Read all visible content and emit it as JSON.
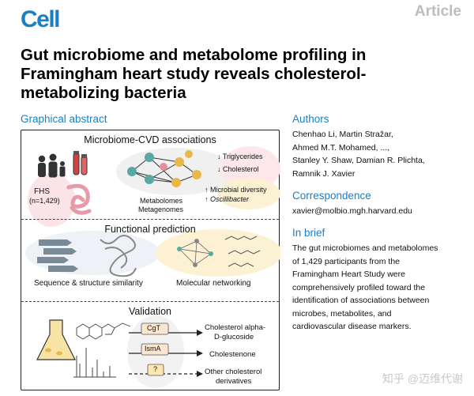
{
  "header": {
    "journal": "Cell",
    "article_type": "Article"
  },
  "title": "Gut microbiome and metabolome profiling in Framingham heart study reveals cholesterol-metabolizing bacteria",
  "graphical_abstract": {
    "heading": "Graphical abstract",
    "panel1": {
      "title": "Microbiome-CVD associations",
      "cohort": "FHS",
      "cohort_n": "(n=1,429)",
      "network_label_1": "Metabolomes",
      "network_label_2": "Metagenomes",
      "assoc_1": "Triglycerides",
      "assoc_2": "Cholesterol",
      "assoc_3": "Microbial diversity",
      "assoc_4": "Oscillibacter"
    },
    "panel2": {
      "title": "Functional prediction",
      "left_label": "Sequence & structure similarity",
      "right_label": "Molecular networking"
    },
    "panel3": {
      "title": "Validation",
      "enzyme_1": "CgT",
      "enzyme_2": "IsmA",
      "enzyme_3": "?",
      "product_1_line1": "Cholesterol alpha-",
      "product_1_line2": "D-glucoside",
      "product_2": "Cholestenone",
      "product_3_line1": "Other cholesterol",
      "product_3_line2": "derivatives"
    }
  },
  "authors": {
    "heading": "Authors",
    "lines": [
      "Chenhao Li, Martin Stražar,",
      "Ahmed M.T. Mohamed, ...,",
      "Stanley Y. Shaw, Damian R. Plichta,",
      "Ramnik J. Xavier"
    ]
  },
  "correspondence": {
    "heading": "Correspondence",
    "email": "xavier@molbio.mgh.harvard.edu"
  },
  "in_brief": {
    "heading": "In brief",
    "lines": [
      "The gut microbiomes and metabolomes",
      "of 1,429 participants from the",
      "Framingham Heart Study were",
      "comprehensively profiled toward the",
      "identification of associations between",
      "microbes, metabolites, and",
      "cardiovascular disease markers."
    ]
  },
  "watermark": "知乎 @迈维代谢",
  "colors": {
    "accent": "#1a7fc4",
    "pink": "#f5c6cf",
    "teal": "#5aa7a3",
    "gold": "#e8b84a",
    "gray_blob": "#e6e6e6"
  }
}
